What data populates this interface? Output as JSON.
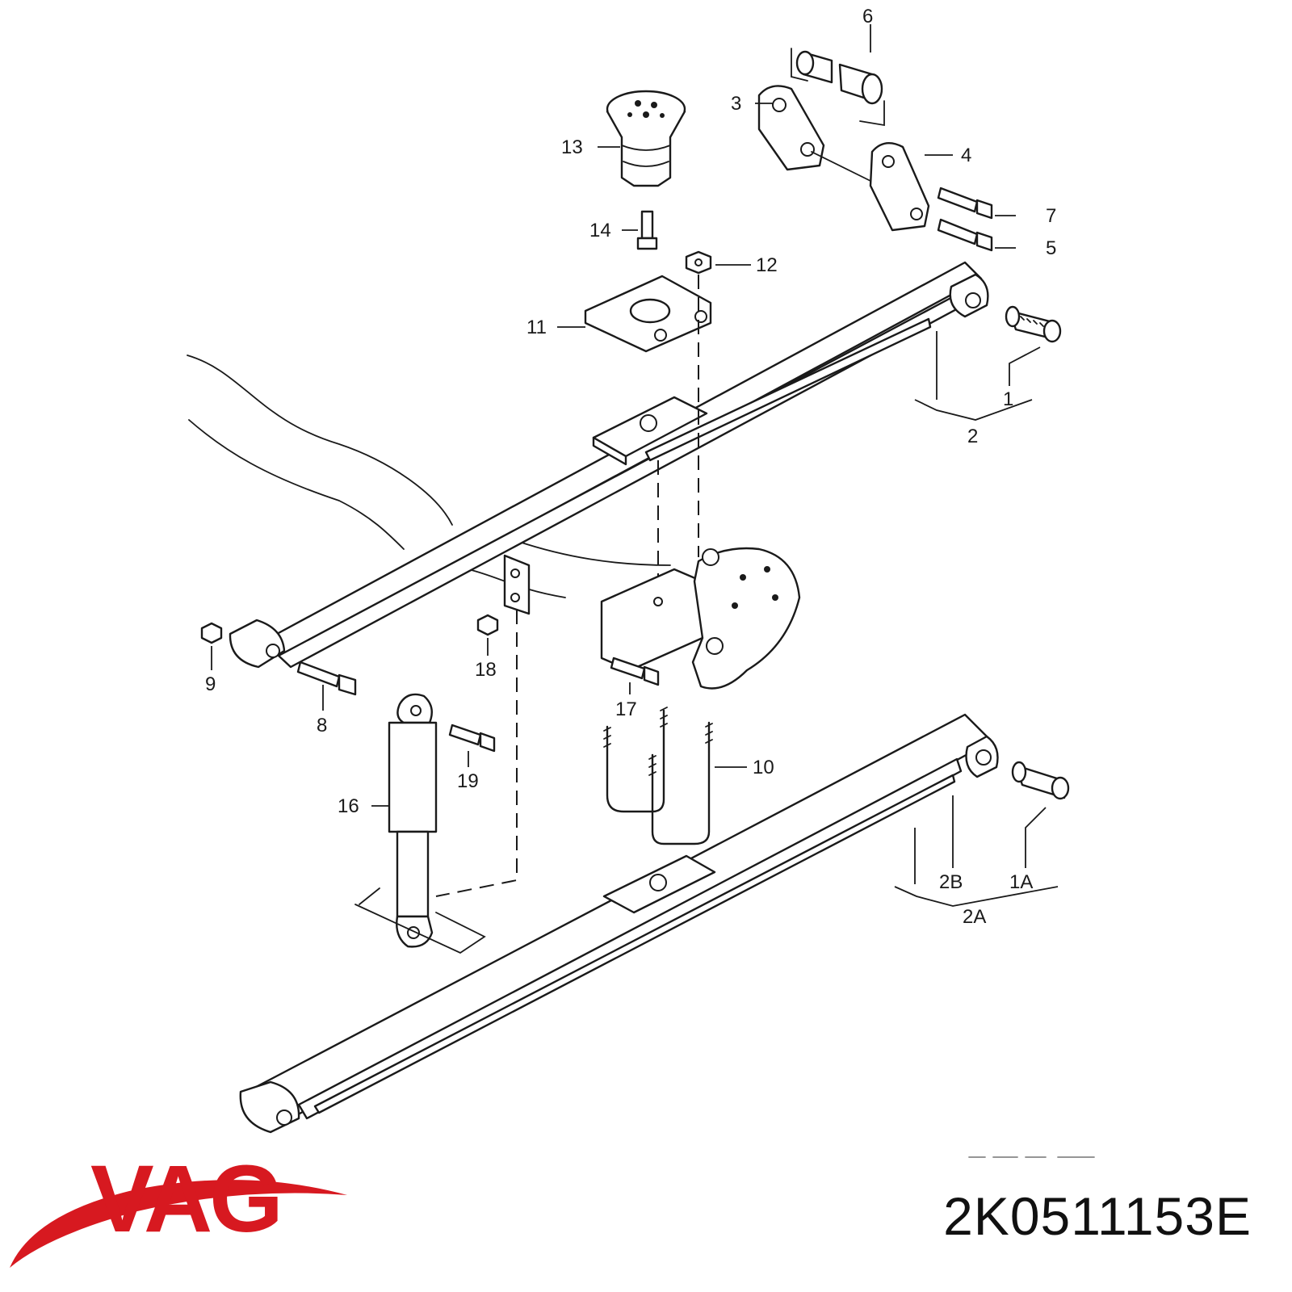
{
  "brand": {
    "logo_text": "VAG",
    "logo_color": "#d71920"
  },
  "part_number": "2K0511153E",
  "callouts": [
    {
      "id": "c6",
      "label": "6"
    },
    {
      "id": "c3",
      "label": "3"
    },
    {
      "id": "c4",
      "label": "4"
    },
    {
      "id": "c13",
      "label": "13"
    },
    {
      "id": "c7",
      "label": "7"
    },
    {
      "id": "c14",
      "label": "14"
    },
    {
      "id": "c5",
      "label": "5"
    },
    {
      "id": "c12",
      "label": "12"
    },
    {
      "id": "c11",
      "label": "11"
    },
    {
      "id": "c1",
      "label": "1"
    },
    {
      "id": "c2",
      "label": "2"
    },
    {
      "id": "c9",
      "label": "9"
    },
    {
      "id": "c18",
      "label": "18"
    },
    {
      "id": "c8",
      "label": "8"
    },
    {
      "id": "c17",
      "label": "17"
    },
    {
      "id": "c19",
      "label": "19"
    },
    {
      "id": "c10",
      "label": "10"
    },
    {
      "id": "c16",
      "label": "16"
    },
    {
      "id": "c2B",
      "label": "2B"
    },
    {
      "id": "c1A",
      "label": "1A"
    },
    {
      "id": "c2A",
      "label": "2A"
    }
  ]
}
